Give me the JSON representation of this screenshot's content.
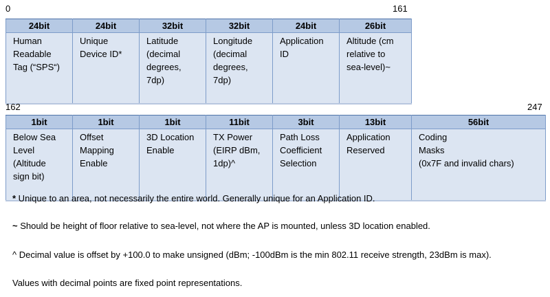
{
  "row1": {
    "start_label": "0",
    "end_label": "161",
    "fields": [
      {
        "bits": "24bit",
        "desc": "Human\nReadable\nTag (“SPS“)"
      },
      {
        "bits": "24bit",
        "desc": "Unique\nDevice ID*"
      },
      {
        "bits": "32bit",
        "desc": "Latitude\n(decimal\ndegrees,\n7dp)"
      },
      {
        "bits": "32bit",
        "desc": "Longitude\n(decimal\ndegrees,\n7dp)"
      },
      {
        "bits": "24bit",
        "desc": "Application\nID"
      },
      {
        "bits": "26bit",
        "desc": "Altitude (cm\nrelative to\nsea-level)~"
      }
    ]
  },
  "row2": {
    "start_label": "162",
    "end_label": "247",
    "fields": [
      {
        "bits": "1bit",
        "desc": "Below Sea\nLevel\n(Altitude\nsign bit)"
      },
      {
        "bits": "1bit",
        "desc": "Offset\nMapping\nEnable"
      },
      {
        "bits": "1bit",
        "desc": "3D Location\nEnable"
      },
      {
        "bits": "11bit",
        "desc": "TX Power\n(EIRP dBm,\n1dp)^"
      },
      {
        "bits": "3bit",
        "desc": "Path Loss\nCoefficient\nSelection"
      },
      {
        "bits": "13bit",
        "desc": "Application\nReserved"
      },
      {
        "bits": "56bit",
        "desc": "Coding\nMasks\n(0x7F and invalid chars)"
      }
    ]
  },
  "notes": [
    {
      "symbol": "*",
      "text": " Unique to an area, not necessarily the entire world. Generally unique for an Application ID."
    },
    {
      "symbol": "~",
      "text": " Should be height of floor relative to sea-level, not where the AP is mounted, unless 3D location enabled."
    },
    {
      "symbol": "^",
      "text": " Decimal value is offset by +100.0 to make unsigned (dBm; -100dBm is the min 802.11 receive strength, 23dBm is max)."
    },
    {
      "symbol": "",
      "text": "Values with decimal points are fixed point representations."
    }
  ]
}
